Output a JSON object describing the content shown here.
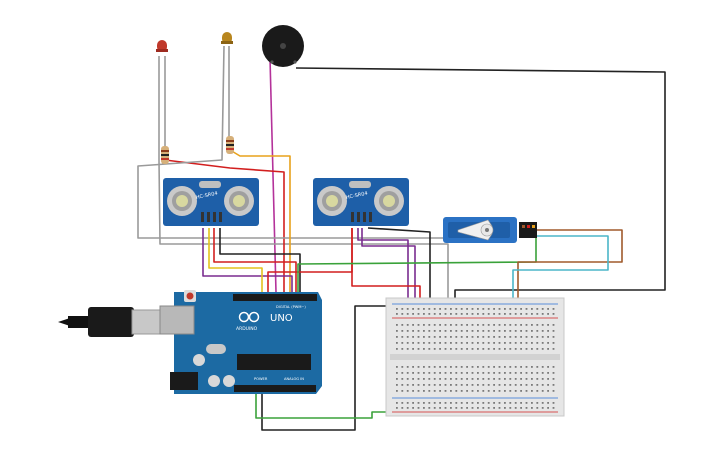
{
  "sensors": {
    "sensor1_label": "HC-SR04",
    "sensor2_label": "HC-SR04"
  },
  "arduino": {
    "brand_label": "ARDUINO",
    "model_label": "UNO",
    "digital_label": "DIGITAL (PWM~)",
    "power_label": "POWER",
    "analog_label": "ANALOG IN"
  },
  "colors": {
    "board": "#1c6aa3",
    "sensor": "#1e5fa8",
    "breadboard": "#e6e6e6",
    "wire_gray": "#9a9a9a",
    "wire_black": "#222222",
    "wire_red": "#d21f1f",
    "wire_orange": "#e8a21c",
    "wire_yellow": "#e3c21d",
    "wire_purple": "#7a2c8f",
    "wire_green": "#3aa23a",
    "wire_magenta": "#b4329a",
    "wire_brown": "#a05a2c",
    "wire_cyan": "#4bb6c8",
    "led_red": "#c0392b",
    "led_yellow": "#b8861e"
  }
}
